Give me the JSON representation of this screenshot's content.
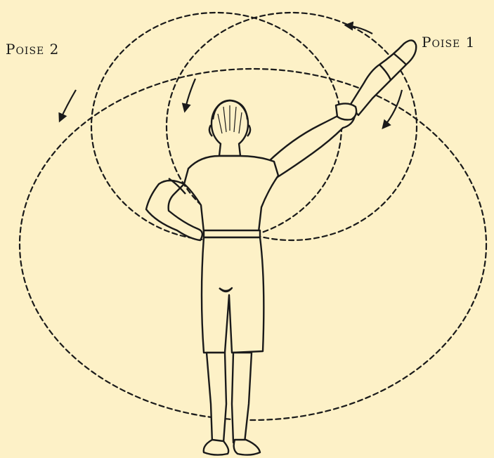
{
  "labels": {
    "poise_2": "Poise 2",
    "poise_1": "Poise 1"
  },
  "colors": {
    "background": "#fdf1c7",
    "ink": "#1a1a1a"
  },
  "icons": [
    "arrow-icon",
    "figure-illustration",
    "indian-club-icon"
  ]
}
